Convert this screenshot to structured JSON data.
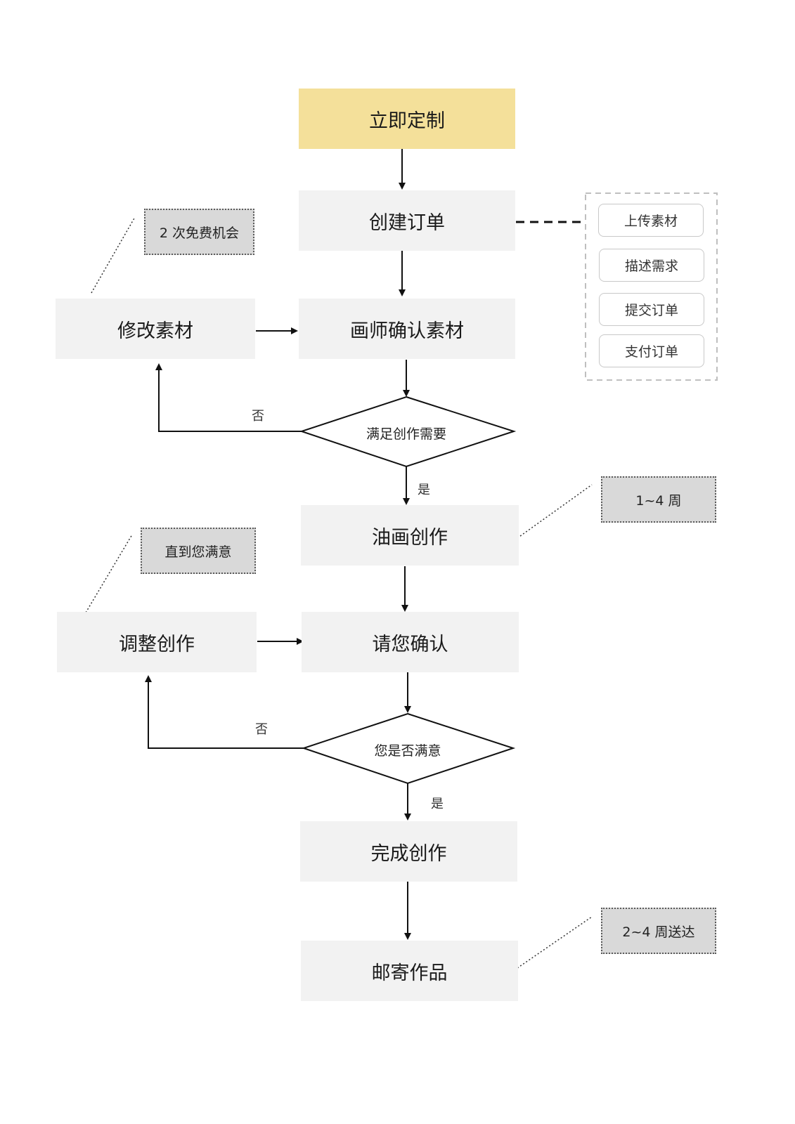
{
  "steps": {
    "start": "立即定制",
    "create_order": "创建订单",
    "confirm_material": "画师确认素材",
    "modify_material": "修改素材",
    "painting": "油画创作",
    "please_confirm": "请您确认",
    "adjust": "调整创作",
    "complete": "完成创作",
    "ship": "邮寄作品"
  },
  "decisions": {
    "meet_needs": "满足创作需要",
    "satisfied": "您是否满意"
  },
  "branch_labels": {
    "no_1": "否",
    "yes_1": "是",
    "no_2": "否",
    "yes_2": "是"
  },
  "notes": {
    "free_chances": "2 次免费机会",
    "until_satisfied": "直到您满意",
    "weeks_1_4": "1~4 周",
    "ship_weeks": "2~4 周送达"
  },
  "order_substeps": [
    "上传素材",
    "描述需求",
    "提交订单",
    "支付订单"
  ],
  "colors": {
    "start_fill": "#f4e09a",
    "step_fill": "#f2f2f2",
    "note_fill": "#d9d9d9"
  }
}
